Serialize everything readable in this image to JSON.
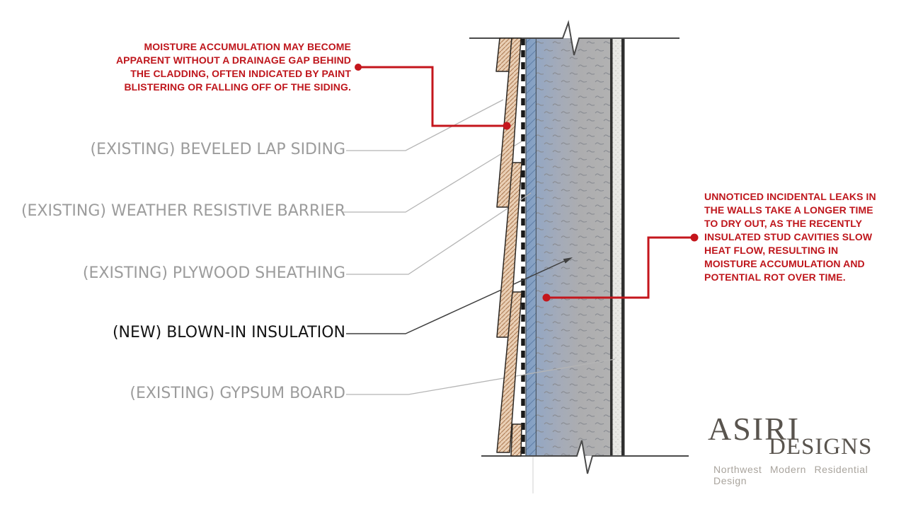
{
  "notes": {
    "left": {
      "text": "MOISTURE ACCUMULATION MAY BECOME\nAPPARENT WITHOUT A DRAINAGE GAP BEHIND\nTHE CLADDING, OFTEN INDICATED BY PAINT\nBLISTERING OR FALLING OFF OF THE SIDING.",
      "color": "#bf161c"
    },
    "right": {
      "text": "UNNOTICED INCIDENTAL LEAKS IN\nTHE WALLS TAKE A LONGER TIME\nTO DRY OUT, AS THE RECENTLY\nINSULATED STUD CAVITIES SLOW\nHEAT FLOW, RESULTING IN\nMOISTURE ACCUMULATION AND\nPOTENTIAL ROT OVER TIME.",
      "color": "#bf161c"
    }
  },
  "labels": {
    "siding": {
      "text": "(EXISTING) BEVELED LAP SIDING",
      "color": "#9c9c9c"
    },
    "wrb": {
      "text": "(EXISTING) WEATHER RESISTIVE BARRIER",
      "color": "#9c9c9c"
    },
    "sheathing": {
      "text": "(EXISTING) PLYWOOD SHEATHING",
      "color": "#9c9c9c"
    },
    "insulation": {
      "text": "(NEW) BLOWN-IN INSULATION",
      "color": "#141414"
    },
    "gypsum": {
      "text": "(EXISTING) GYPSUM BOARD",
      "color": "#9c9c9c"
    }
  },
  "logo": {
    "primary": "ASIRI",
    "secondary": "DESIGNS",
    "tagline": "Northwest Modern Residential Design"
  },
  "colors": {
    "annotation_red": "#bf161c",
    "leader_gray": "#b5b5b5",
    "line_dark": "#4a4a4a",
    "siding_tan": "#ead0b6",
    "siding_hatch": "#b3835c",
    "sheathing_blue": "#85a0c3",
    "insulation_gray_blue_left": "#94a7c3",
    "insulation_gray_right": "#b2b2b2",
    "gypsum_gray": "#e7e7e4",
    "label_gray": "#9c9c9c",
    "logo_dark": "#59544e",
    "logo_tagline_gray": "#a9a49d"
  }
}
